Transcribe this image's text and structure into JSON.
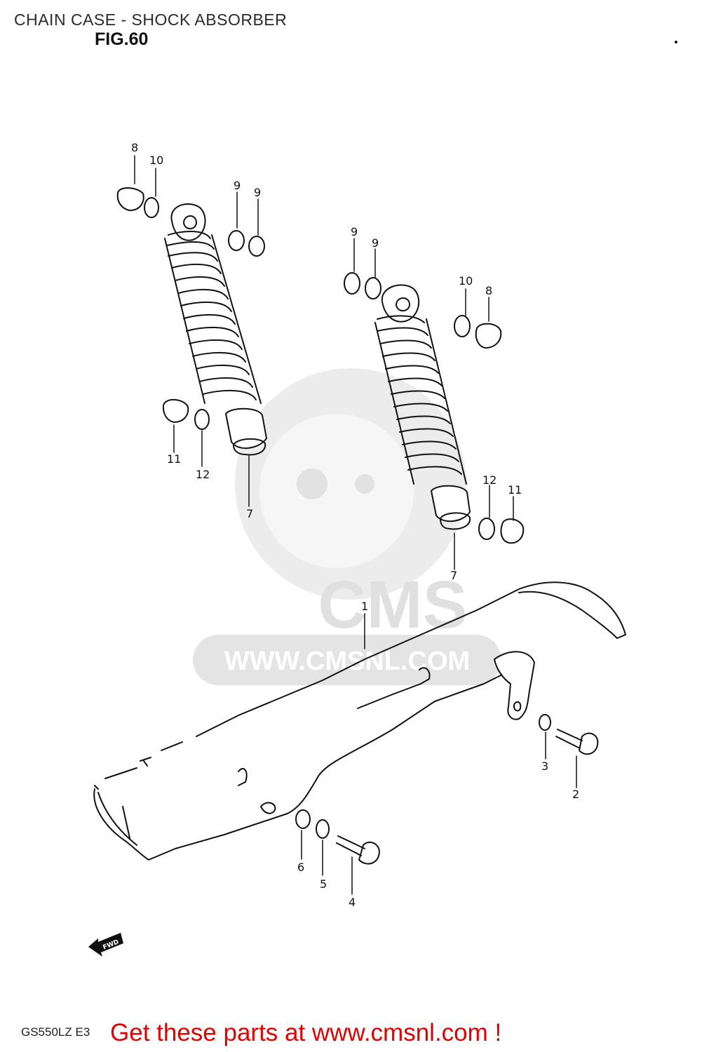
{
  "header": {
    "title": "CHAIN CASE - SHOCK ABSORBER",
    "figure": "FIG.60"
  },
  "footer": {
    "model_code": "GS550LZ E3",
    "link_text": "Get these parts at www.cmsnl.com !"
  },
  "diagram": {
    "watermark": {
      "logo_text": "CMS",
      "url_text": "WWW.CMSNL.COM"
    },
    "fwd_label": "FWD",
    "callouts": {
      "c8a": "8",
      "c10a": "10",
      "c9a": "9",
      "c9b": "9",
      "c9c": "9",
      "c9d": "9",
      "c10b": "10",
      "c8b": "8",
      "c11a": "11",
      "c12a": "12",
      "c7a": "7",
      "c12b": "12",
      "c11b": "11",
      "c7b": "7",
      "c1": "1",
      "c3": "3",
      "c2": "2",
      "c6": "6",
      "c5": "5",
      "c4": "4"
    },
    "colors": {
      "line": "#111111",
      "watermark": "#e6e6e6",
      "link": "#e00000"
    }
  }
}
